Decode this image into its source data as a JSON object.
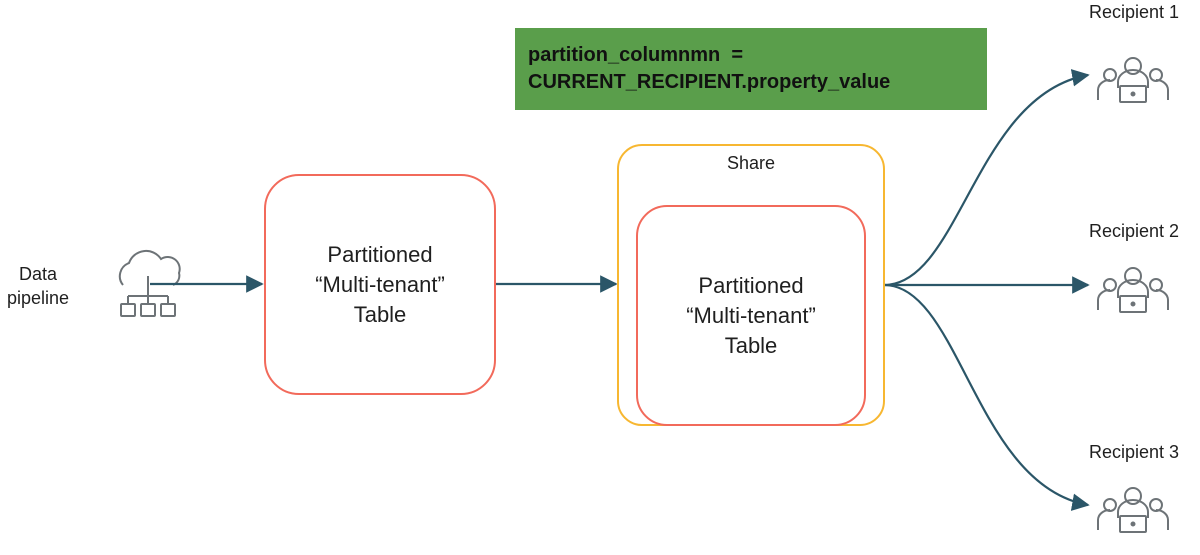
{
  "data_pipeline": {
    "label_line1": "Data",
    "label_line2": "pipeline"
  },
  "source_table": {
    "line1": "Partitioned",
    "line2": "“Multi-tenant”",
    "line3": "Table"
  },
  "share": {
    "label": "Share",
    "table": {
      "line1": "Partitioned",
      "line2": "“Multi-tenant”",
      "line3": "Table"
    }
  },
  "note": {
    "line1": "partition_columnmn  =",
    "line2": "CURRENT_RECIPIENT.property_value"
  },
  "recipients": [
    {
      "label": "Recipient 1"
    },
    {
      "label": "Recipient 2"
    },
    {
      "label": "Recipient 3"
    }
  ],
  "colors": {
    "table_border": "#f26a5b",
    "share_border": "#f7b731",
    "arrow": "#2b5668",
    "icon": "#6d7377",
    "note_bg": "#5a9e4b"
  }
}
